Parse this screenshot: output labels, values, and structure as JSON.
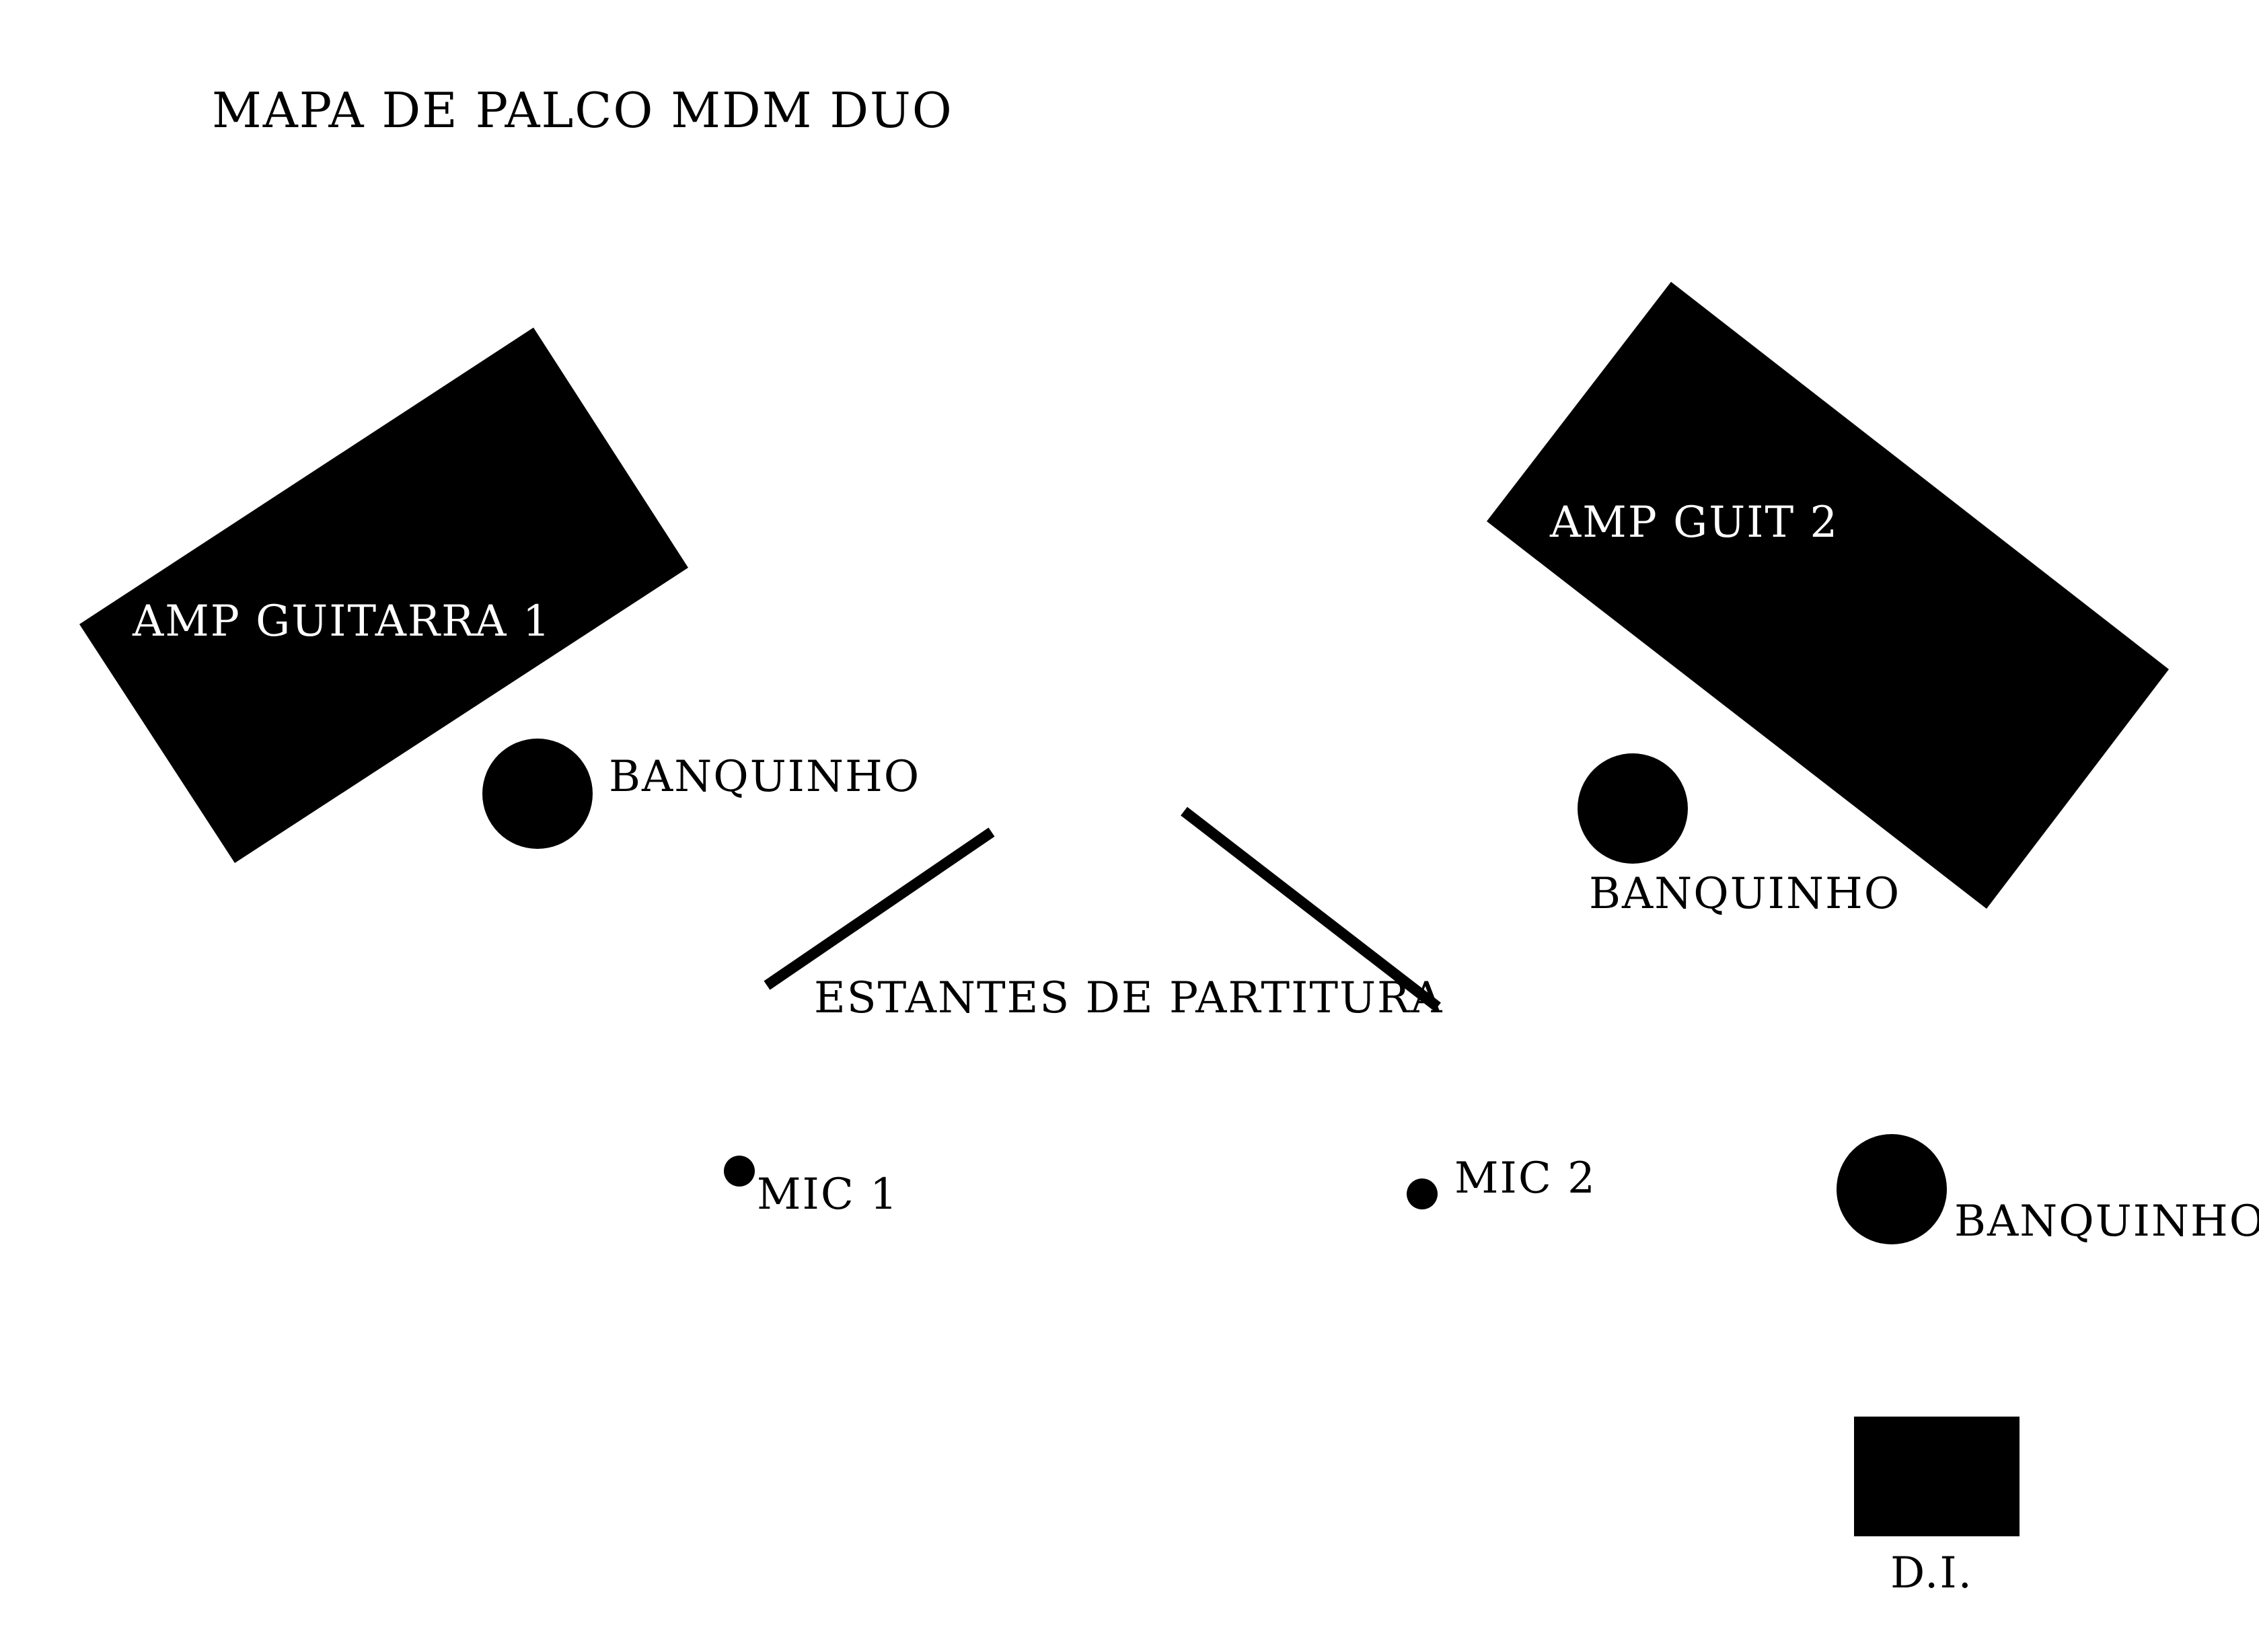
{
  "title": "MAPA DE PALCO MDM DUO",
  "items": {
    "amp1": "AMP GUITARRA 1",
    "amp2": "AMP GUIT 2",
    "banquinho1": "BANQUINHO",
    "banquinho2": "BANQUINHO",
    "banquinho3": "BANQUINHO",
    "estantes": "ESTANTES DE PARTITURA",
    "mic1": "MIC 1",
    "mic2": "MIC 2",
    "di": "D.I."
  },
  "colors": {
    "ink": "#000000",
    "background": "#ffffff",
    "label_on_dark": "#ffffff"
  }
}
